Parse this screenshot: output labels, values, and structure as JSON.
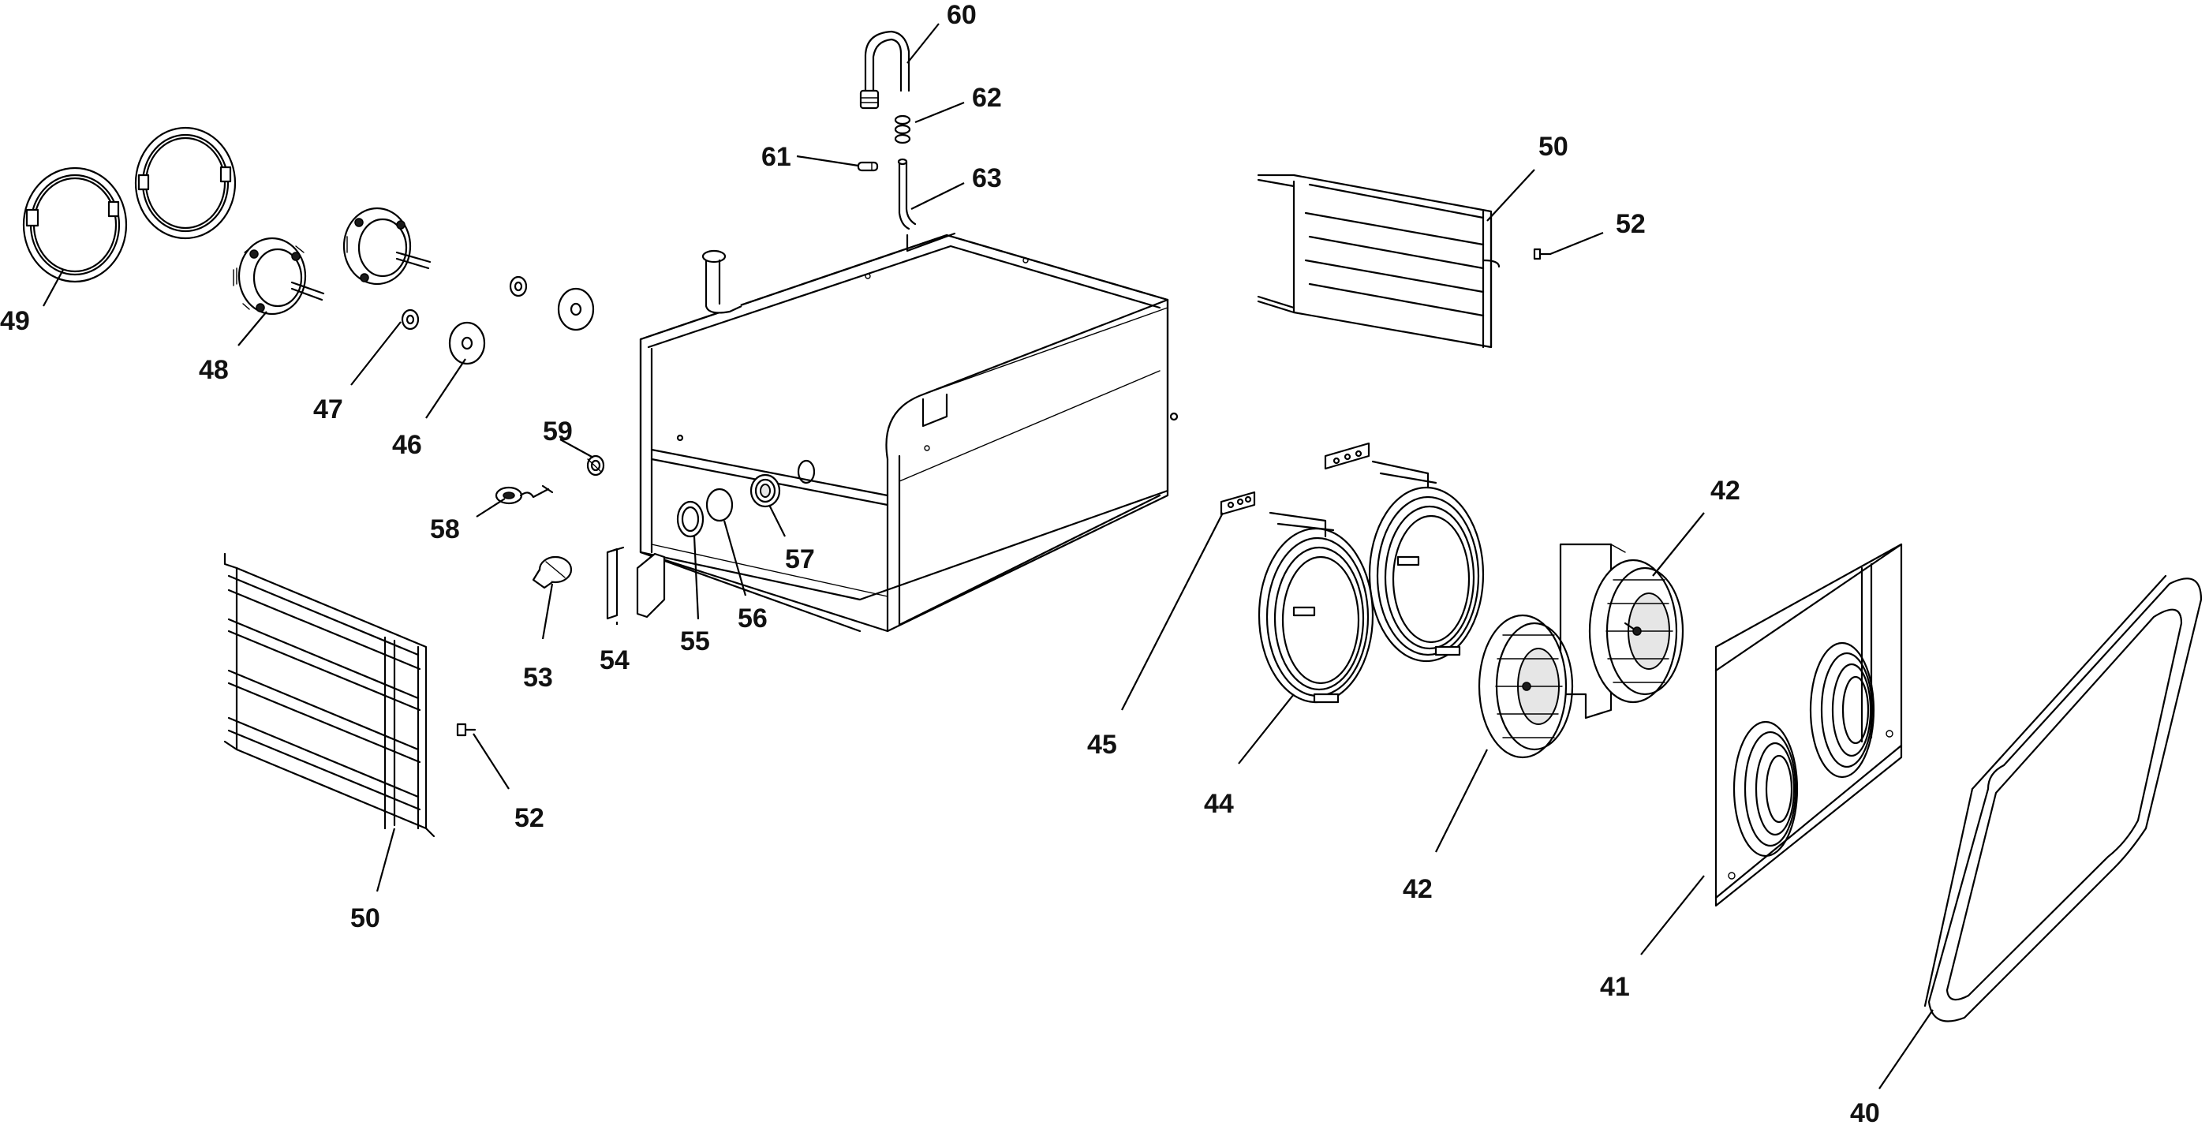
{
  "callouts": {
    "c60": "60",
    "c62": "62",
    "c61": "61",
    "c63": "63",
    "c50a": "50",
    "c52a": "52",
    "c49": "49",
    "c48": "48",
    "c47": "47",
    "c46": "46",
    "c59": "59",
    "c58": "58",
    "c57": "57",
    "c53": "53",
    "c54": "54",
    "c55": "55",
    "c56": "56",
    "c42a": "42",
    "c45": "45",
    "c44": "44",
    "c42b": "42",
    "c41": "41",
    "c40": "40",
    "c52b": "52",
    "c50b": "50"
  },
  "colors": {
    "line": "#000000",
    "background": "#ffffff",
    "shade": "#e6e6e6"
  }
}
